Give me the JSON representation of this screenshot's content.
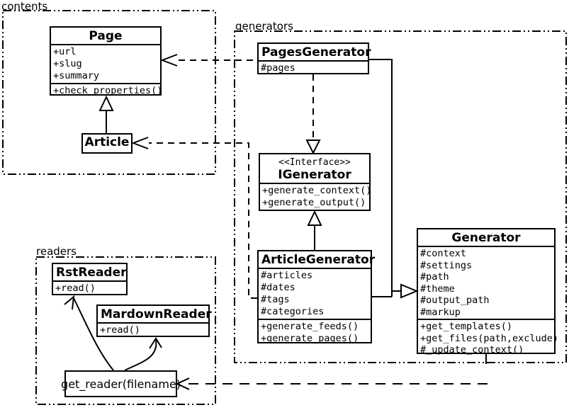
{
  "diagram_title": "pelican-classes-uml",
  "colors": {
    "line": "#000000",
    "background": "#ffffff"
  },
  "packages": {
    "contents": {
      "label": "contents"
    },
    "generators": {
      "label": "generators"
    },
    "readers": {
      "label": "readers"
    }
  },
  "classes": {
    "page": {
      "name": "Page",
      "attributes": [
        "+url",
        "+slug",
        "+summary"
      ],
      "methods": [
        "+check_properties()"
      ]
    },
    "article": {
      "name": "Article"
    },
    "pages_generator": {
      "name": "PagesGenerator",
      "attributes": [
        "#pages"
      ]
    },
    "igenerator": {
      "stereotype": "<<Interface>>",
      "name": "IGenerator",
      "methods": [
        "+generate_context()",
        "+generate_output()"
      ]
    },
    "article_generator": {
      "name": "ArticleGenerator",
      "attributes": [
        "#articles",
        "#dates",
        "#tags",
        "#categories"
      ],
      "methods": [
        "+generate_feeds()",
        "+generate_pages()"
      ]
    },
    "generator": {
      "name": "Generator",
      "attributes": [
        "#context",
        "#settings",
        "#path",
        "#theme",
        "#output_path",
        "#markup"
      ],
      "methods": [
        "+get_templates()",
        "+get_files(path,exclude)",
        "#_update_context()"
      ]
    },
    "rst_reader": {
      "name": "RstReader",
      "methods": [
        "+read()"
      ]
    },
    "mardown_reader": {
      "name": "MardownReader",
      "methods": [
        "+read()"
      ]
    },
    "get_reader": {
      "label": "get_reader(filename)"
    }
  },
  "relationships": {
    "article_to_page": "generalization",
    "pagesgenerator_to_page": "dependency",
    "articlegenerator_to_article": "dependency",
    "pagesgenerator_to_igenerator": "realization",
    "articlegenerator_to_igenerator": "generalization",
    "generators_to_generator": "generalization",
    "generator_to_getreader": "dependency",
    "getreader_to_rstreader": "association",
    "getreader_to_mardownreader": "association"
  }
}
